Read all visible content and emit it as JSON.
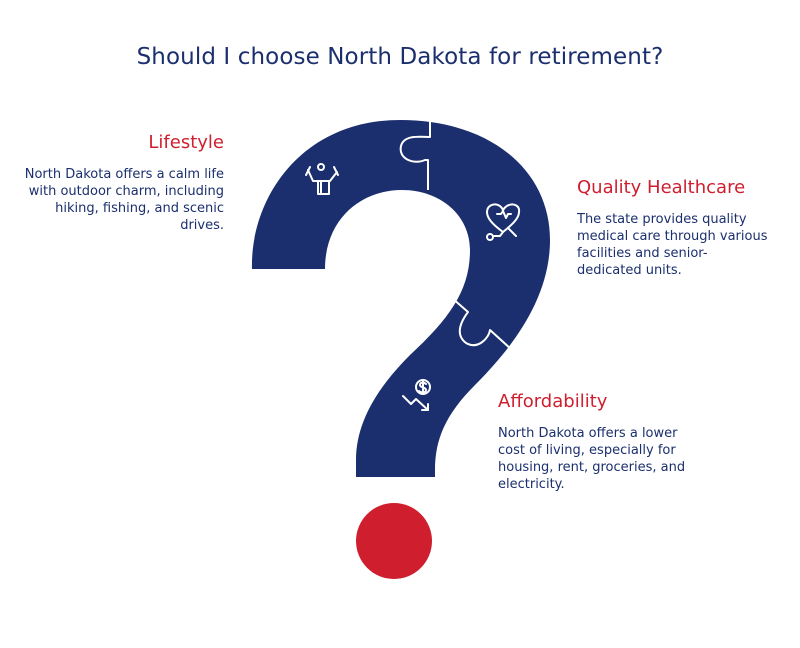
{
  "title": "Should I choose North Dakota for retirement?",
  "sections": [
    {
      "heading": "Lifestyle",
      "text": "North Dakota offers a calm life with outdoor charm, including hiking, fishing, and scenic drives.",
      "icon": "hiking-icon"
    },
    {
      "heading": "Quality Healthcare",
      "text": "The state provides quality medical care through various facilities and senior-dedicated units.",
      "icon": "heart-stethoscope-icon"
    },
    {
      "heading": "Affordability",
      "text": "North Dakota offers a lower cost of living, especially for housing, rent, groceries, and electricity.",
      "icon": "cost-down-icon"
    }
  ],
  "colors": {
    "navy": "#1b2f6e",
    "red": "#cf1f2e",
    "white": "#ffffff"
  }
}
